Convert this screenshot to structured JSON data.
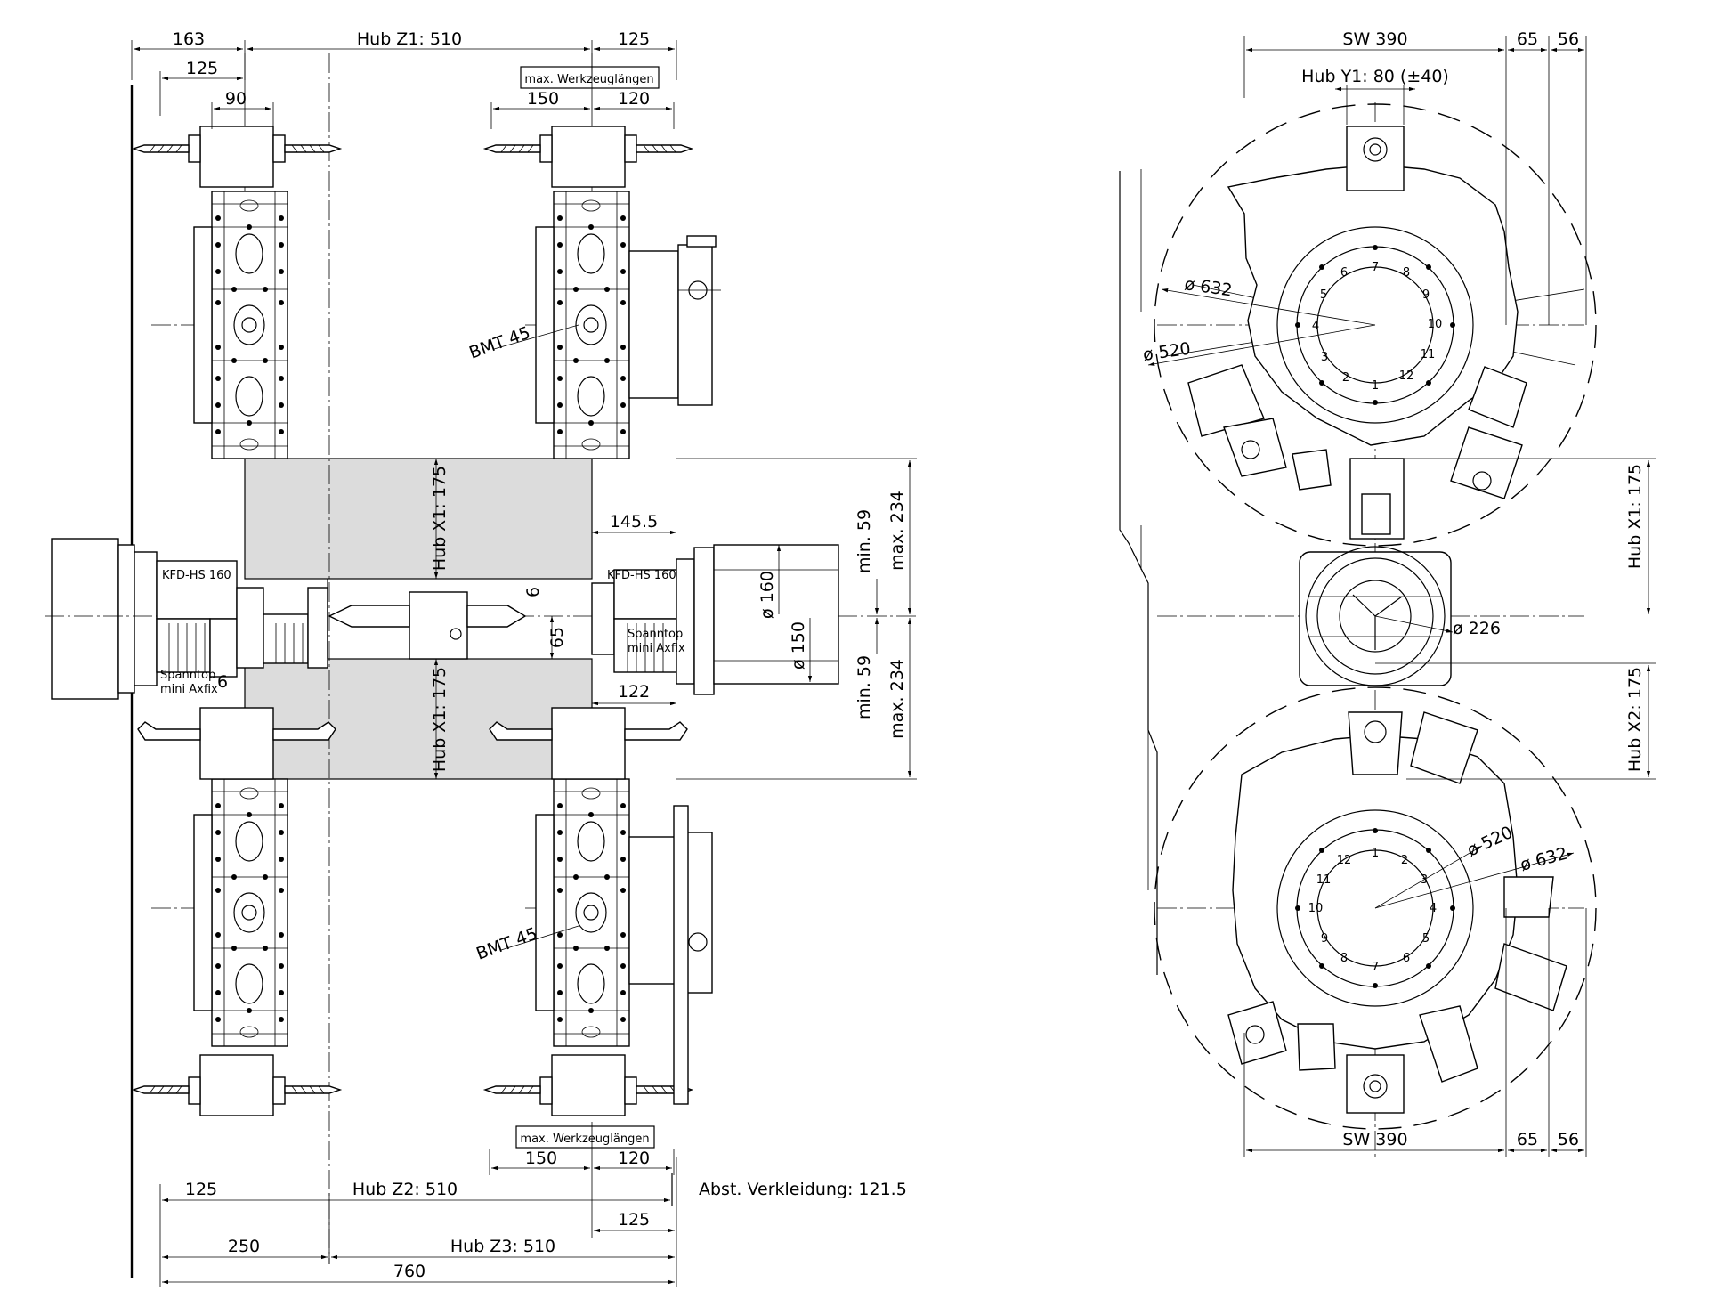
{
  "left_view": {
    "top_dims": {
      "d163": "163",
      "hub_z1": "Hub Z1:  510",
      "d125_right": "125",
      "d125_left": "125",
      "d90": "90"
    },
    "max_tool_top": {
      "label": "max. Werkzeuglängen",
      "d150": "150",
      "d120": "120"
    },
    "bmt_top": "BMT 45",
    "bmt_bottom": "BMT 45",
    "hub_x1_upper": "Hub X1: 175",
    "hub_x1_lower": "Hub X1: 175",
    "d145_5": "145.5",
    "d6_center": "6",
    "d65": "65",
    "d6_left": "6",
    "d122": "122",
    "kfd_left": "KFD-HS 160",
    "kfd_right": "KFD-HS 160",
    "spanntop_left": [
      "Spanntop",
      "mini Axfix"
    ],
    "spanntop_right": [
      "Spanntop",
      "mini Axfix"
    ],
    "phi160": "ø 160",
    "phi150": "ø 150",
    "min59_top": "min. 59",
    "max234_top": "max. 234",
    "min59_bottom": "min. 59",
    "max234_bottom": "max. 234",
    "max_tool_bottom": {
      "label": "max. Werkzeuglängen",
      "d150": "150",
      "d120": "120"
    },
    "bottom_dims": {
      "d125_left": "125",
      "hub_z2": "Hub Z2:  510",
      "abst": "Abst. Verkleidung: 121.5",
      "d125_right": "125",
      "d250": "250",
      "hub_z3": "Hub Z3:  510",
      "d760": "760"
    }
  },
  "right_view": {
    "sw390_top": "SW 390",
    "d65_top": "65",
    "d56_top": "56",
    "hub_y1": "Hub Y1:  80  (±40)",
    "phi632_upper": "ø 632",
    "phi520_upper": "ø 520",
    "hub_x1": "Hub X1: 175",
    "phi226": "ø 226",
    "hub_x2": "Hub X2: 175",
    "phi520_lower": "ø 520",
    "phi632_lower": "ø 632",
    "sw390_bottom": "SW 390",
    "d65_bottom": "65",
    "d56_bottom": "56",
    "upper_positions": [
      "7",
      "8",
      "9",
      "10",
      "11",
      "12",
      "1",
      "2",
      "3",
      "4",
      "5",
      "6"
    ],
    "lower_positions": [
      "1",
      "2",
      "3",
      "4",
      "5",
      "6",
      "7",
      "8",
      "9",
      "10",
      "11",
      "12"
    ]
  }
}
